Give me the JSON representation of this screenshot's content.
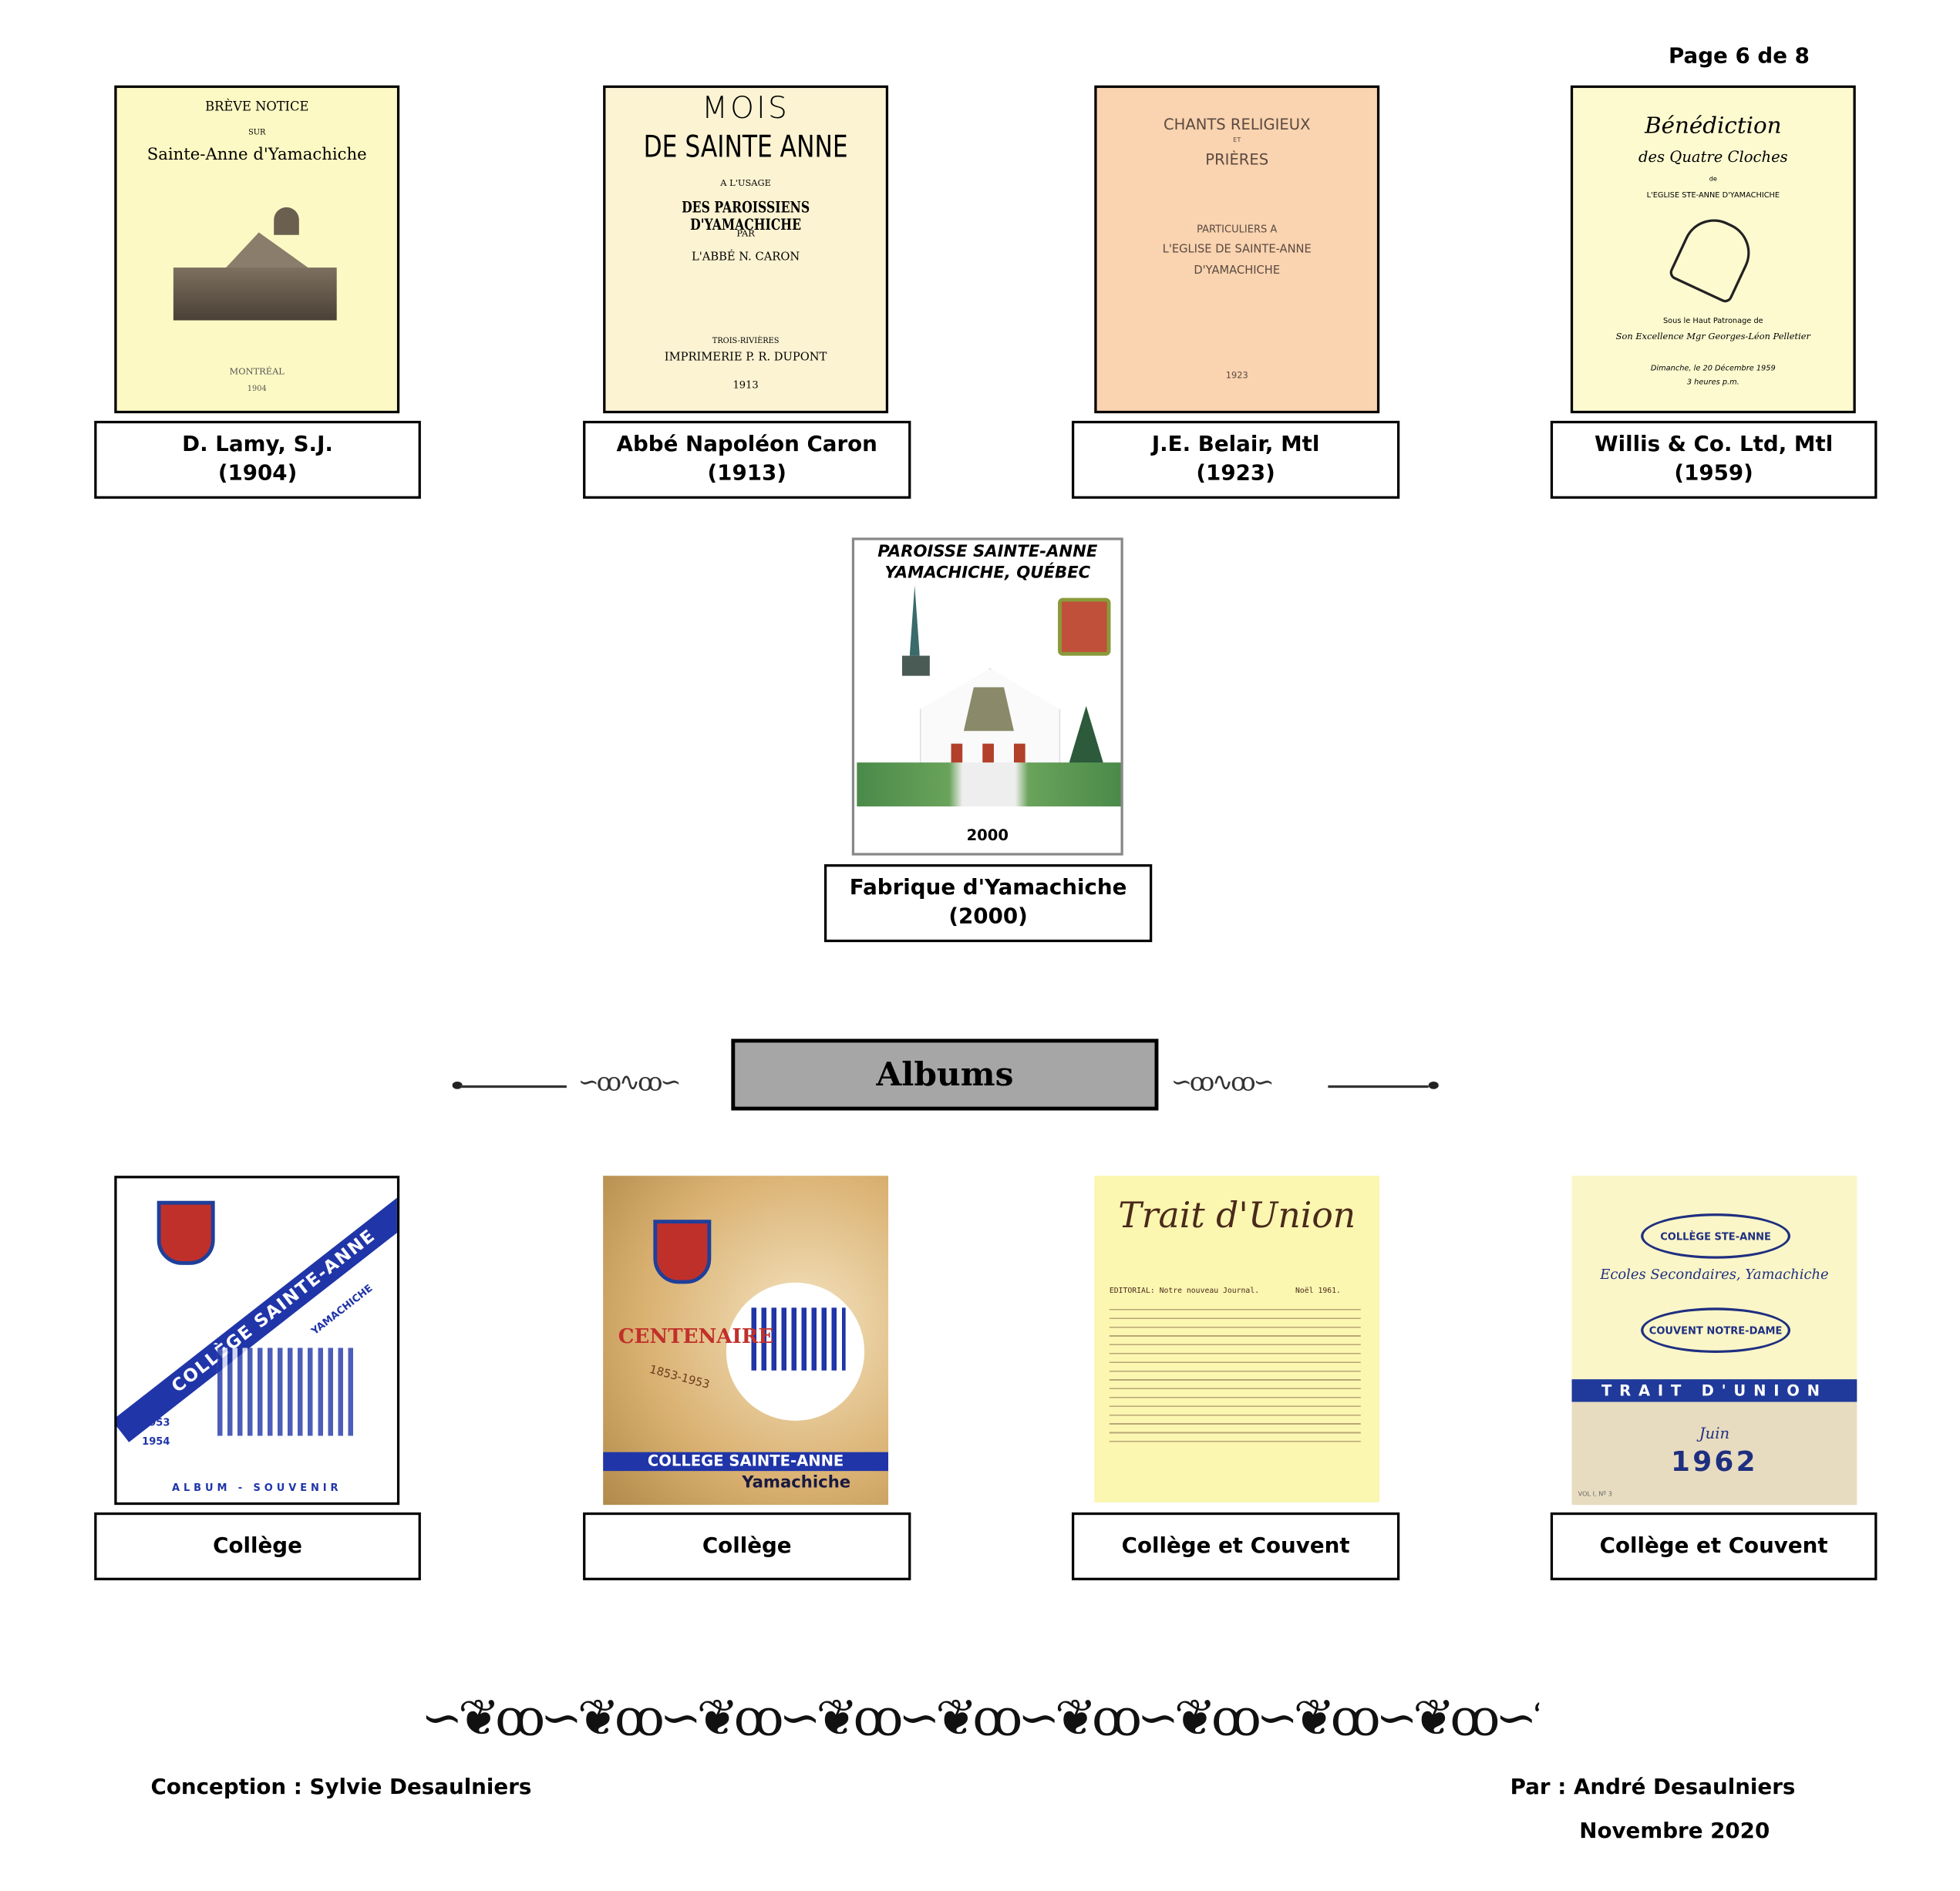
{
  "page_number": "Page 6 de 8",
  "books": [
    {
      "cover_lines": [
        "BRÈVE NOTICE",
        "SUR",
        "Sainte-Anne d'Yamachiche",
        "MONTRÉAL",
        "1904"
      ],
      "caption_1": "D. Lamy, S.J.",
      "caption_2": "(1904)"
    },
    {
      "cover_lines": [
        "MOIS",
        "DE SAINTE ANNE",
        "A L'USAGE",
        "DES PAROISSIENS D'YAMACHICHE",
        "PAR",
        "L'ABBÉ N. CARON",
        "TROIS-RIVIÈRES",
        "IMPRIMERIE P. R. DUPONT",
        "1913"
      ],
      "caption_1": "Abbé Napoléon Caron",
      "caption_2": "(1913)"
    },
    {
      "cover_lines": [
        "CHANTS RELIGIEUX",
        "ET",
        "PRIÈRES",
        "PARTICULIERS A",
        "L'EGLISE DE SAINTE-ANNE",
        "D'YAMACHICHE",
        "1923"
      ],
      "caption_1": "J.E. Belair,  Mtl",
      "caption_2": "(1923)"
    },
    {
      "cover_lines": [
        "Bénédiction",
        "des Quatre Cloches",
        "de",
        "L'EGLISE  STE-ANNE  D'YAMACHICHE",
        "Sous le Haut Patronage de",
        "Son Excellence Mgr Georges-Léon Pelletier",
        "Dimanche, le 20 Décembre 1959",
        "3 heures p.m."
      ],
      "caption_1": "Willis & Co. Ltd, Mtl",
      "caption_2": "(1959)"
    }
  ],
  "featured": {
    "cover_lines": [
      "PAROISSE SAINTE-ANNE",
      "YAMACHICHE, QUÉBEC",
      "2000"
    ],
    "caption_1": "Fabrique d'Yamachiche",
    "caption_2": "(2000)"
  },
  "albums_heading": "Albums",
  "albums": [
    {
      "cover_lines": [
        "COLLÈGE SAINTE-ANNE",
        "YAMACHICHE",
        "1953",
        "1954",
        "ALBUM - SOUVENIR"
      ],
      "caption": "Collège"
    },
    {
      "cover_lines": [
        "CENTENAIRE",
        "1853-1953",
        "COLLEGE  SAINTE-ANNE",
        "Yamachiche"
      ],
      "caption": "Collège"
    },
    {
      "cover_lines": [
        "Trait d'Union",
        "EDITORIAL: Notre nouveau Journal.",
        "Noël 1961."
      ],
      "caption": "Collège et Couvent"
    },
    {
      "cover_lines": [
        "COLLÈGE STE-ANNE",
        "Ecoles Secondaires, Yamachiche",
        "COUVENT NOTRE-DAME",
        "TRAIT  D'UNION",
        "Juin",
        "1962",
        "VOL I, Nº 3"
      ],
      "caption": "Collège et Couvent"
    }
  ],
  "footer": {
    "conception": "Conception : Sylvie Desaulniers",
    "author": "Par : André Desaulniers",
    "date": "Novembre 2020"
  }
}
